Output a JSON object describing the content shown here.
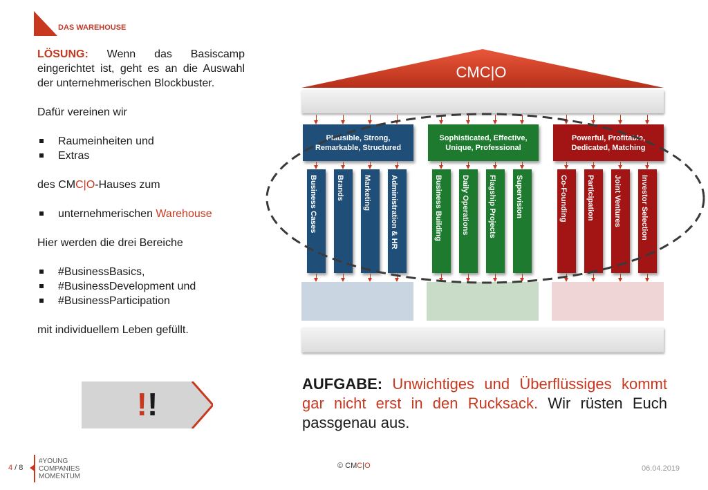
{
  "header": {
    "title": "DAS WAREHOUSE"
  },
  "left": {
    "loesung_label": "LÖSUNG:",
    "loesung_text": " Wenn das Basiscamp eingerichtet ist, geht es an die Auswahl der unternehmerischen Blockbuster.",
    "p_dafuer": "Dafür vereinen wir",
    "bullets1": [
      "Raumeinheiten und",
      "Extras"
    ],
    "p_des_pre": " des CM",
    "p_des_c": "C|",
    "p_des_o": "O",
    "p_des_post": "-Hauses zum",
    "bullet2_pre": "unternehmerischen ",
    "bullet2_red": "Warehouse",
    "p_hier": "Hier werden die drei Bereiche",
    "bullets3": [
      "#BusinessBasics,",
      "#BusinessDevelopment und",
      "#BusinessParticipation"
    ],
    "p_mit": "mit individuellem Leben gefüllt."
  },
  "callout": {
    "excl_red": "!",
    "excl_black": "!"
  },
  "aufgabe": {
    "label": "AUFGABE:",
    "red_text": " Unwichtiges und Überflüssiges kommt gar nicht erst in den Rucksack.",
    "black_text": " Wir rüsten Euch passgenau aus."
  },
  "house": {
    "roof_label": "CMC|O",
    "sections": [
      {
        "heading": "Plausible, Strong, Remarkable, Structured",
        "color": "#1f4e79",
        "pillars": [
          "Business Cases",
          "Brands",
          "Marketing",
          "Administration & HR"
        ]
      },
      {
        "heading": "Sophisticated, Effective, Unique, Professional",
        "color": "#1e7a2e",
        "pillars": [
          "Business Building",
          "Daily Operations",
          "Flagship Projects",
          "Supervision"
        ]
      },
      {
        "heading": "Powerful, Profitable, Dedicated, Matching",
        "color": "#a31515",
        "pillars": [
          "Co-Founding",
          "Participation",
          "Joint Ventures",
          "Investor Selection"
        ]
      }
    ],
    "base_colors": [
      "#c9d6e2",
      "#c8dcc8",
      "#efd5d5"
    ]
  },
  "footer": {
    "page_current": "4",
    "page_sep": " / ",
    "page_total": "8",
    "brand_lines": [
      "#YOUNG",
      "COMPANIES",
      "MOMENTUM"
    ],
    "copyright_pre": "© CM",
    "copyright_c": "C",
    "copyright_sep": "|",
    "copyright_o": "O",
    "date": "06.04.2019"
  },
  "colors": {
    "accent": "#c8381f"
  }
}
